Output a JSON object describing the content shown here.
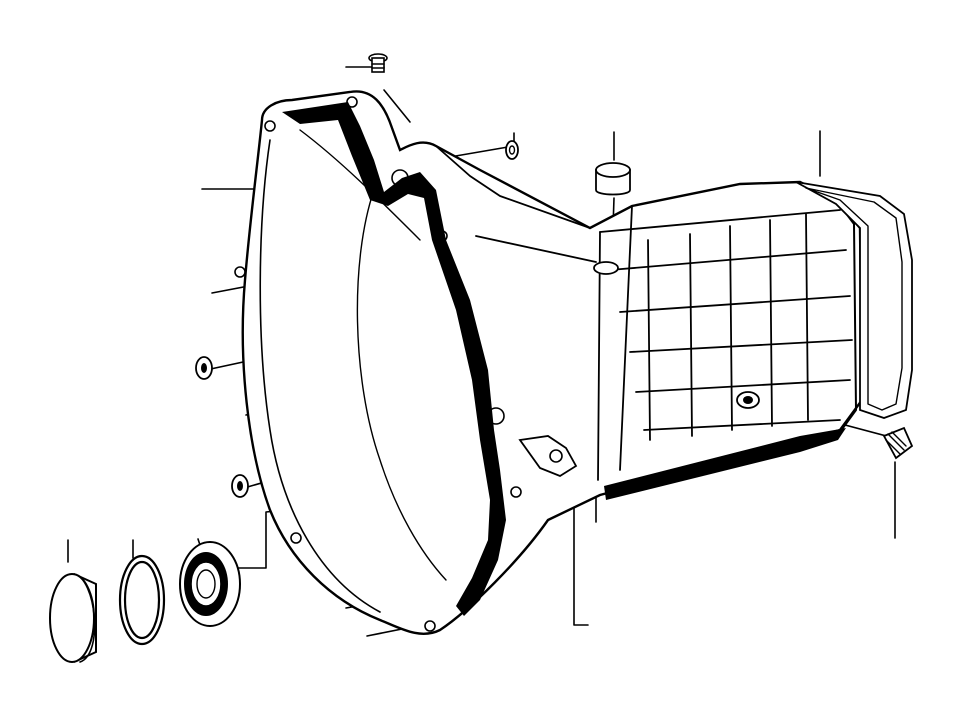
{
  "figure": {
    "kind": "exploded-view parts drawing",
    "colors": {
      "ink": "#000000",
      "paper": "#ffffff"
    },
    "parts": [
      {
        "id": "bolt",
        "icon": "bolt-icon"
      },
      {
        "id": "gasket-ring",
        "icon": "washer-icon"
      },
      {
        "id": "breather-plug",
        "icon": "plug-icon"
      },
      {
        "id": "rear-gasket",
        "icon": "gasket-icon"
      },
      {
        "id": "screw-plug",
        "icon": "threaded-plug-icon"
      },
      {
        "id": "dowel-sleeve-upper",
        "icon": "sleeve-icon"
      },
      {
        "id": "dowel-sleeve-lower",
        "icon": "sleeve-icon"
      },
      {
        "id": "cover-cap",
        "icon": "cap-icon"
      },
      {
        "id": "circlip",
        "icon": "circlip-icon"
      },
      {
        "id": "ball-bearing",
        "icon": "bearing-icon"
      },
      {
        "id": "transmission-housing",
        "icon": "housing-icon"
      }
    ]
  }
}
